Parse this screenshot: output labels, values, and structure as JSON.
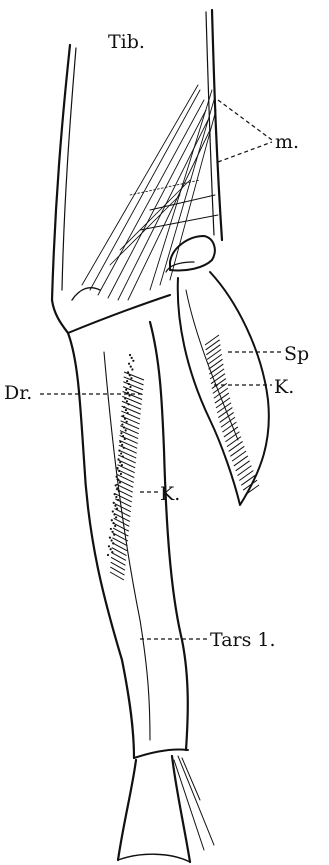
{
  "figure": {
    "labels": {
      "tib": "Tib.",
      "m": "m.",
      "sp": "Sp",
      "dr": "Dr.",
      "k_right": "K.",
      "k_center": "K.",
      "tars": "Tars 1."
    },
    "colors": {
      "ink": "#111111",
      "paper": "#ffffff"
    }
  }
}
